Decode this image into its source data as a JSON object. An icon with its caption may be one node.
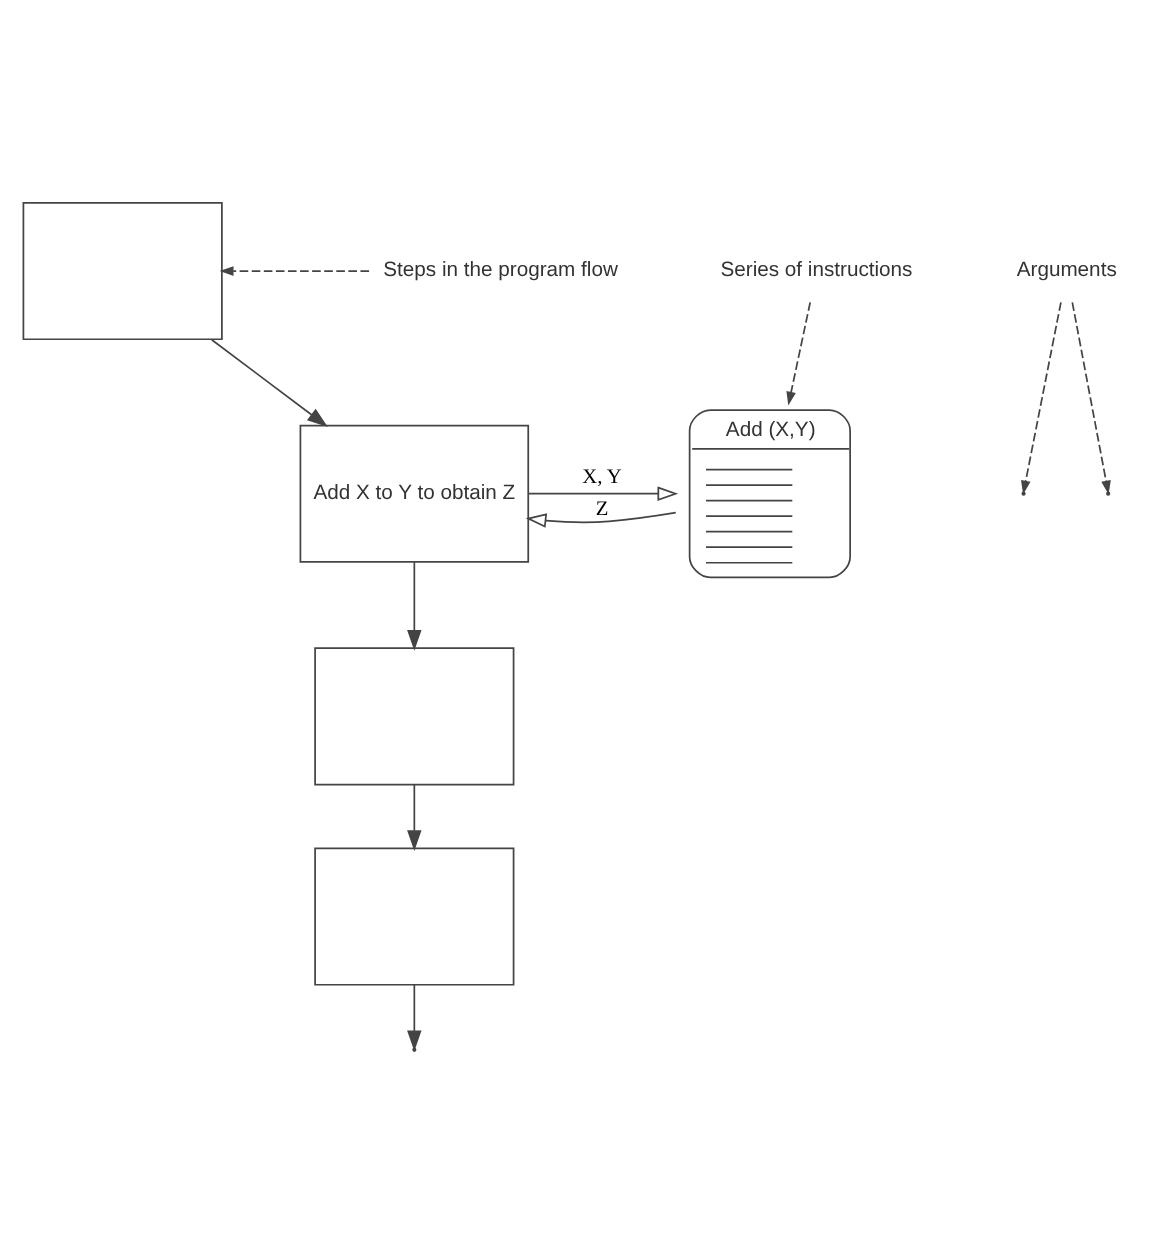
{
  "diagram": {
    "nodes": [
      {
        "text": [],
        "shape": "box"
      },
      {
        "text": [
          "Add X to Y to obtain Z"
        ]
      },
      {
        "text": [],
        "shape": "box"
      },
      {
        "text": [],
        "shape": "box"
      },
      {
        "text": [
          "Add (X,Y)"
        ]
      },
      {
        "text": [
          "Steps in the program flow"
        ]
      },
      {
        "text": [
          "Arguments"
        ]
      },
      {
        "text": [
          "Series of instructions"
        ]
      }
    ],
    "edges": [
      {
        "from": 0,
        "to": 1,
        "arrow": "to"
      },
      {
        "from": 1,
        "to": 2,
        "arrow": "to"
      },
      {
        "from": 2,
        "to": 3,
        "arrow": "to"
      },
      {
        "from": 3,
        "to": null,
        "arrow": "to"
      },
      {
        "from": 1,
        "to": 4,
        "arrow": "to",
        "label": "X, Y"
      },
      {
        "from": 4,
        "to": 1,
        "arrow": "to",
        "label": "Z"
      },
      {
        "from": 5,
        "to": 0,
        "arrow": "to",
        "style": "dashed"
      },
      {
        "from": 6,
        "to": null,
        "arrow": "to",
        "style": "dashed"
      },
      {
        "from": 6,
        "to": null,
        "arrow": "to",
        "style": "dashed"
      },
      {
        "from": 7,
        "to": 4,
        "arrow": "to",
        "style": "dashed"
      }
    ]
  }
}
